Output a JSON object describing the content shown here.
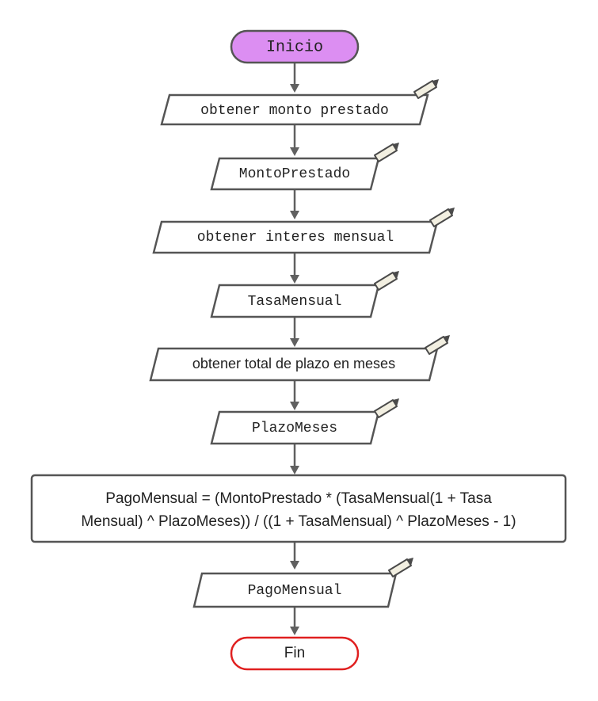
{
  "diagram": {
    "start": {
      "label": "Inicio",
      "fill": "#dc8ef2",
      "stroke": "#555555"
    },
    "steps": [
      {
        "label": "obtener monto prestado"
      },
      {
        "label": "MontoPrestado"
      },
      {
        "label": "obtener interes mensual"
      },
      {
        "label": "TasaMensual"
      },
      {
        "label": "obtener total de plazo en meses"
      },
      {
        "label": "PlazoMeses"
      }
    ],
    "process": {
      "line1": "PagoMensual = (MontoPrestado * (TasaMensual(1 + Tasa",
      "line2": "Mensual) ^ PlazoMeses)) / ((1 + TasaMensual) ^ PlazoMeses - 1)"
    },
    "output": {
      "label": "PagoMensual"
    },
    "end": {
      "label": "Fin",
      "stroke": "#e02020"
    },
    "icons": {
      "io_badge": "pencil-icon",
      "connector": "arrow-down-icon"
    }
  }
}
